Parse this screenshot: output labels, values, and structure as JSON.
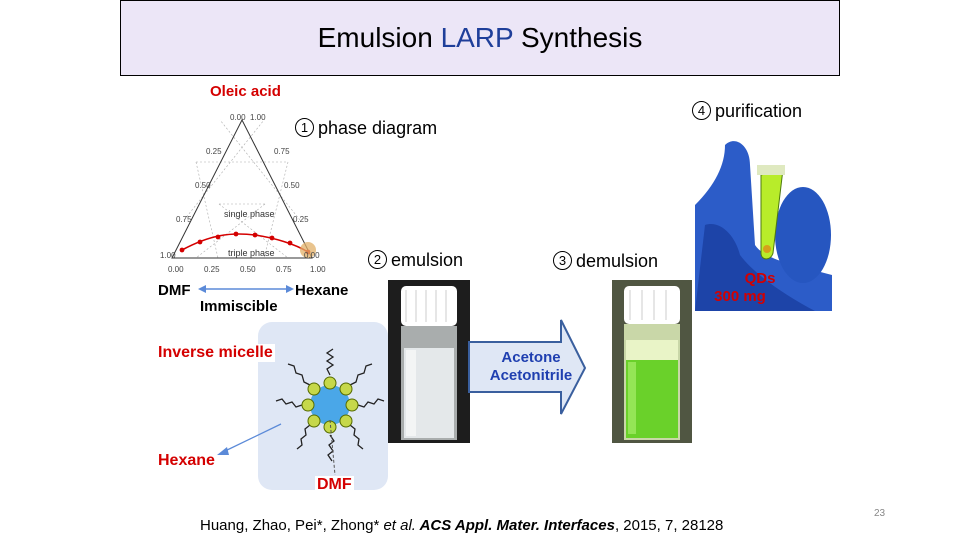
{
  "title": {
    "prefix": "Emulsion ",
    "highlight": "LARP",
    "suffix": " Synthesis"
  },
  "ternary": {
    "apex_top": "Oleic acid",
    "corner_left": "DMF",
    "corner_right": "Hexane",
    "edge_label": "Immiscible",
    "region_upper": "single phase",
    "region_lower": "triple phase",
    "left_ticks": [
      "0.00",
      "0.25",
      "0.50",
      "0.75",
      "1.00"
    ],
    "right_ticks": [
      "1.00",
      "0.75",
      "0.50",
      "0.25",
      "0.00"
    ],
    "bottom_ticks": [
      "0.00",
      "0.25",
      "0.50",
      "0.75",
      "1.00"
    ]
  },
  "steps": {
    "s1": {
      "num": "1",
      "label": "phase diagram"
    },
    "s2": {
      "num": "2",
      "label": "emulsion"
    },
    "s3": {
      "num": "3",
      "label": "demulsion"
    },
    "s4": {
      "num": "4",
      "label": "purification"
    }
  },
  "micelle": {
    "label": "Inverse micelle",
    "outer": "Hexane",
    "core": "DMF"
  },
  "arrow": {
    "line1": "Acetone",
    "line2": "Acetonitrile"
  },
  "product": {
    "line1": "QDs",
    "line2": "300 mg"
  },
  "citation": {
    "authors": "Huang, Zhao, Pei*, Zhong* ",
    "etal": "et al.",
    "journal": " ACS Appl. Mater. Interfaces",
    "rest": ", 2015, 7, 28128"
  },
  "page_number": "23",
  "colors": {
    "accent": "#1f3f9a",
    "highlight": "#d40000",
    "emulsion_vial": "#e4e8ea",
    "qd_vial": "#6ad12a",
    "glove": "#2c5cc8"
  }
}
